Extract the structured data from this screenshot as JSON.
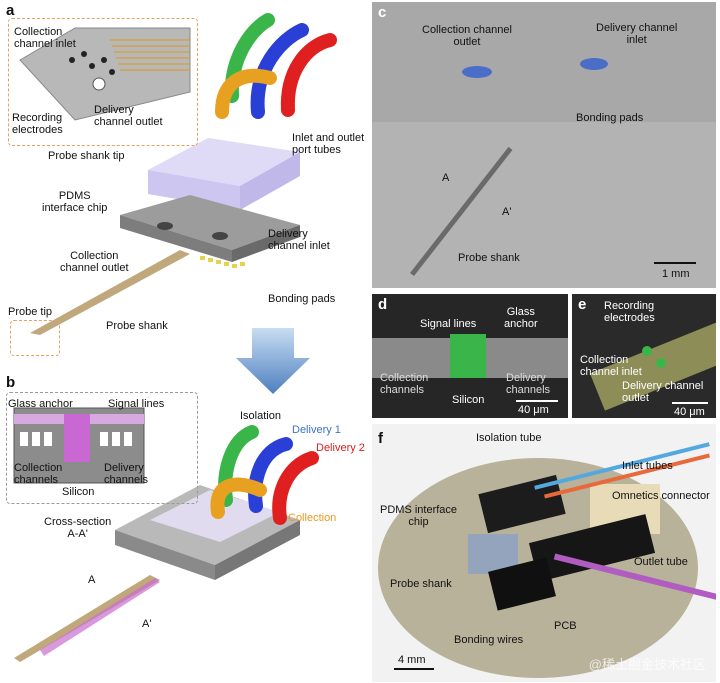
{
  "panels": {
    "a": {
      "letter": "a",
      "inset_labels": [
        "Collection\nchannel inlet",
        "Recording\nelectrodes",
        "Delivery\nchannel outlet"
      ],
      "inset_caption": "Probe shank tip",
      "labels": {
        "port_tubes": "Inlet and outlet\nport tubes",
        "pdms": "PDMS\ninterface chip",
        "collection_outlet": "Collection\nchannel outlet",
        "delivery_inlet": "Delivery\nchannel inlet",
        "bonding_pads": "Bonding pads",
        "probe_tip": "Probe tip",
        "probe_shank": "Probe shank"
      }
    },
    "b": {
      "letter": "b",
      "inset_labels": {
        "glass_anchor": "Glass anchor",
        "signal_lines": "Signal lines",
        "collection_channels": "Collection\nchannels",
        "delivery_channels": "Delivery\nchannels",
        "silicon": "Silicon"
      },
      "cross_section": "Cross-section\nA-A'",
      "isolation": "Isolation",
      "delivery1": "Delivery 1",
      "delivery2": "Delivery 2",
      "collection": "Collection",
      "marker_a": "A",
      "marker_a_prime": "A'"
    },
    "c": {
      "letter": "c",
      "collection_outlet": "Collection channel\noutlet",
      "delivery_inlet": "Delivery channel\ninlet",
      "bonding_pads": "Bonding pads",
      "marker_a": "A",
      "marker_a_prime": "A'",
      "probe_shank": "Probe shank",
      "scale": "1 mm"
    },
    "d": {
      "letter": "d",
      "signal_lines": "Signal lines",
      "glass_anchor": "Glass\nanchor",
      "collection_channels": "Collection\nchannels",
      "delivery_channels": "Delivery\nchannels",
      "silicon": "Silicon",
      "scale": "40 μm"
    },
    "e": {
      "letter": "e",
      "recording_electrodes": "Recording\nelectrodes",
      "collection_inlet": "Collection\nchannel inlet",
      "delivery_outlet": "Delivery channel\noutlet",
      "scale": "40 μm"
    },
    "f": {
      "letter": "f",
      "isolation_tube": "Isolation tube",
      "inlet_tubes": "Inlet tubes",
      "omnetics": "Omnetics connector",
      "pdms_chip": "PDMS interface\nchip",
      "outlet_tube": "Outlet tube",
      "probe_shank": "Probe shank",
      "pcb": "PCB",
      "bonding_wires": "Bonding wires",
      "scale": "4 mm"
    }
  },
  "watermark": "@稀土掘金技术社区",
  "colors": {
    "green_tube": "#3ab54a",
    "blue_tube": "#2a3fd6",
    "red_tube": "#e02020",
    "orange_tube": "#e8a020",
    "delivery1": "#3a73c8",
    "delivery2": "#d42020",
    "collection": "#e89a20",
    "inset_border": "#e8a060"
  }
}
